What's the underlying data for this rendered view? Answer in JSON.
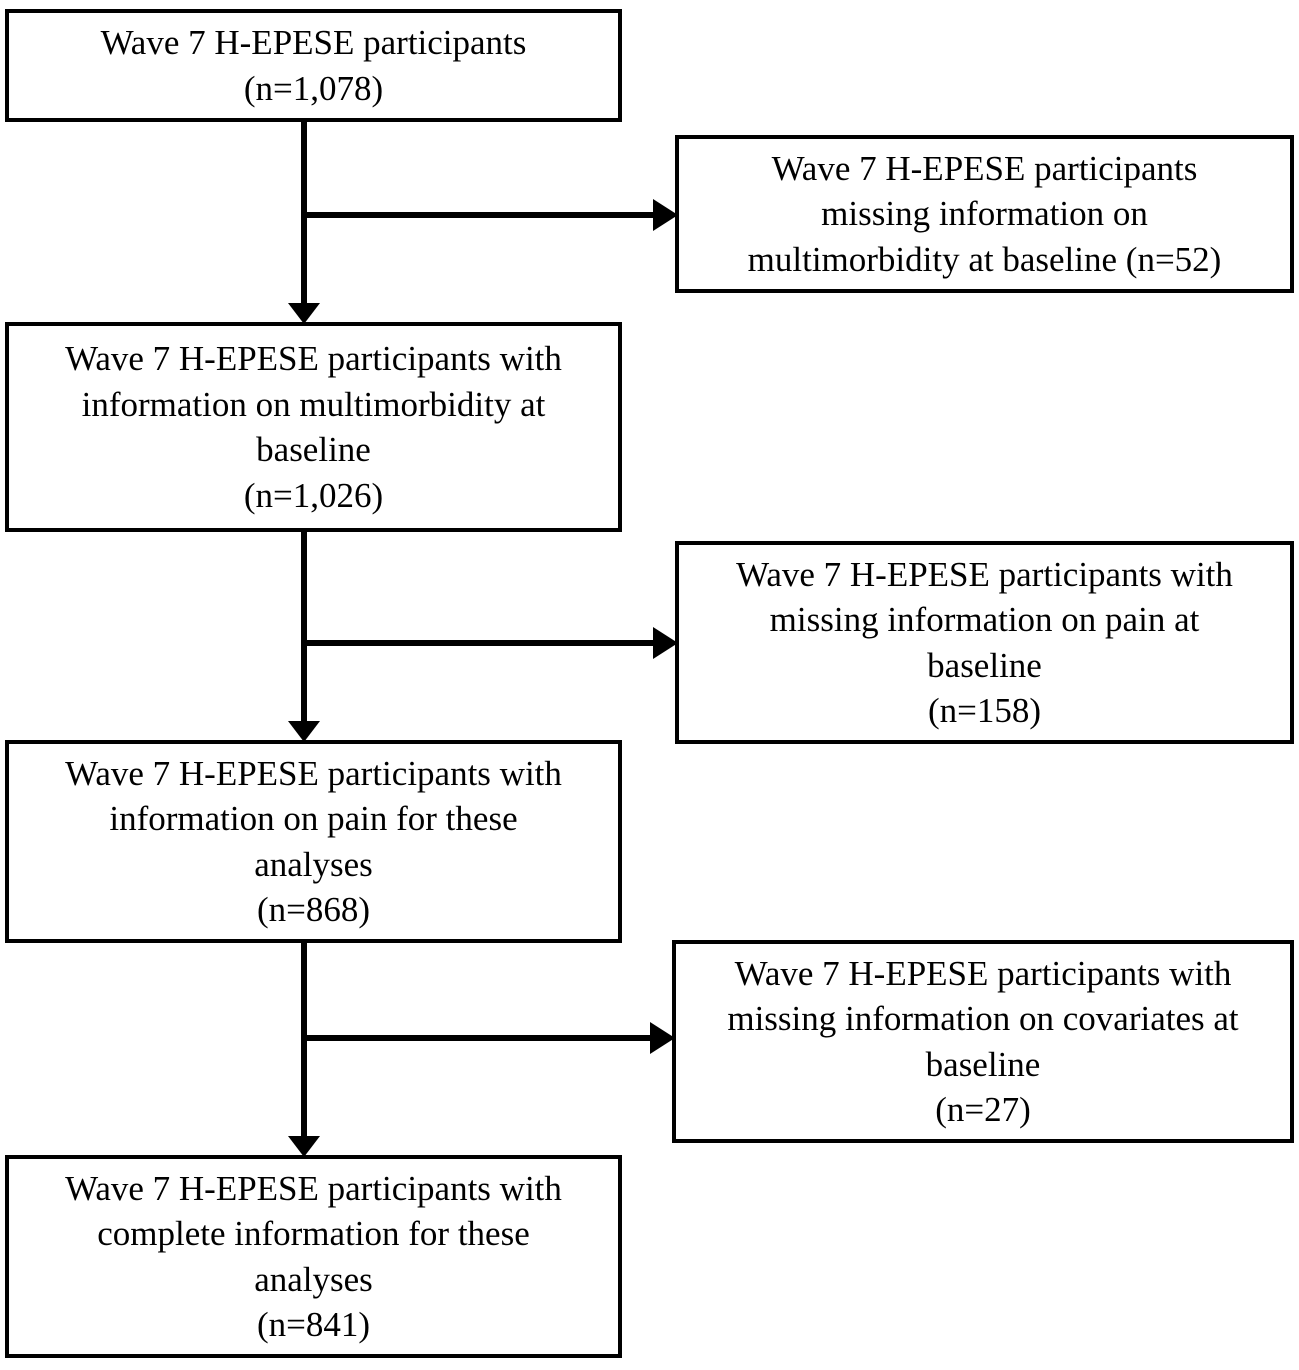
{
  "figure": {
    "type": "flowchart",
    "orientation": "top-to-bottom with right-side exclusions",
    "accent_color": "#000000",
    "background_color": "#ffffff"
  },
  "flow": {
    "main_boxes": [
      {
        "id": "box-1",
        "lines": [
          "Wave 7 H-EPESE participants",
          "(n=1,078)"
        ],
        "n": 1078
      },
      {
        "id": "box-2",
        "lines": [
          "Wave 7 H-EPESE participants with",
          "information on multimorbidity at",
          "baseline",
          "(n=1,026)"
        ],
        "n": 1026
      },
      {
        "id": "box-3",
        "lines": [
          "Wave 7 H-EPESE participants with",
          "information on pain for these",
          "analyses",
          "(n=868)"
        ],
        "n": 868
      },
      {
        "id": "box-4",
        "lines": [
          "Wave 7 H-EPESE participants with",
          "complete information for these",
          "analyses",
          "(n=841)"
        ],
        "n": 841
      }
    ],
    "exclusion_boxes": [
      {
        "id": "side-1",
        "lines": [
          "Wave 7 H-EPESE participants",
          "missing information on",
          "multimorbidity at baseline (n=52)"
        ],
        "n": 52
      },
      {
        "id": "side-2",
        "lines": [
          "Wave 7 H-EPESE participants with",
          "missing information on pain at",
          "baseline",
          "(n=158)"
        ],
        "n": 158
      },
      {
        "id": "side-3",
        "lines": [
          "Wave 7 H-EPESE participants with",
          "missing information on covariates at",
          "baseline",
          "(n=27)"
        ],
        "n": 27
      }
    ]
  }
}
